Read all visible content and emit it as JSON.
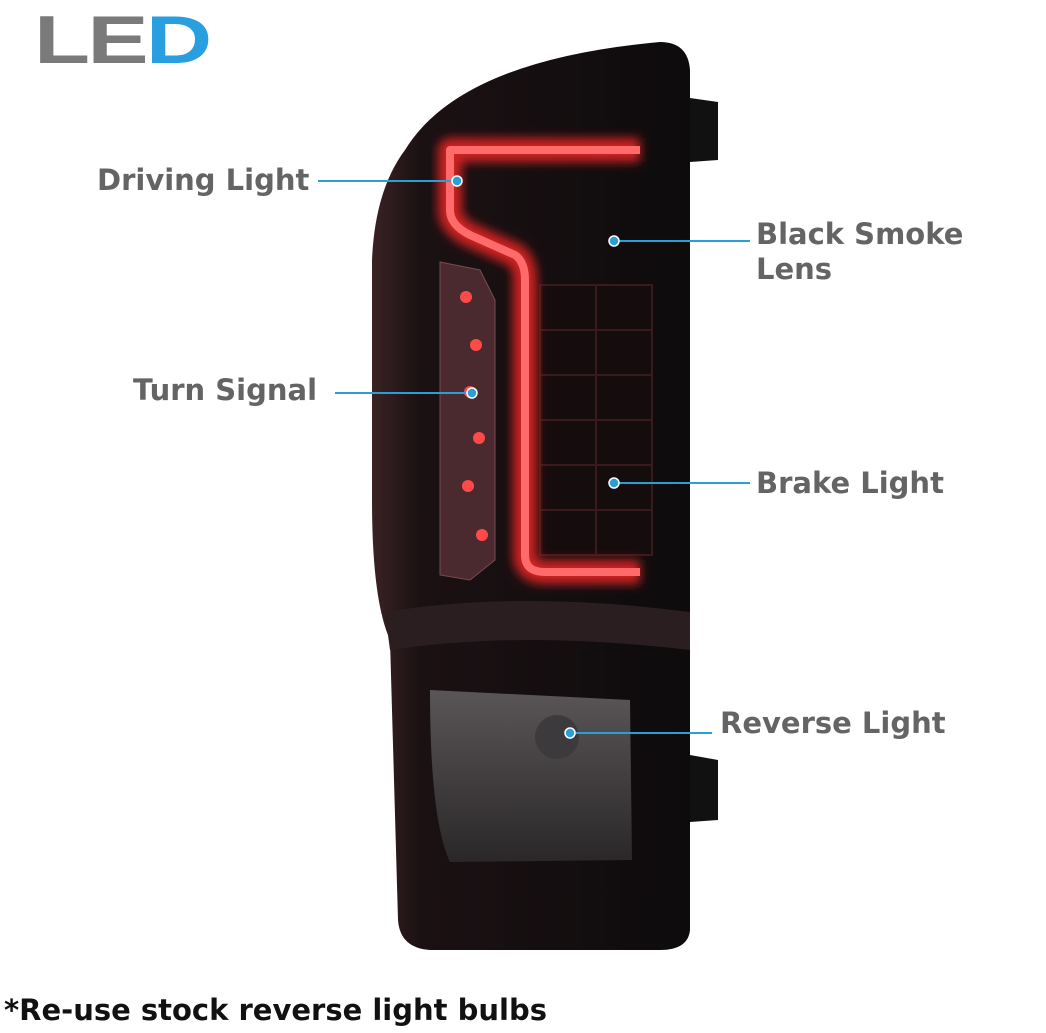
{
  "logo": {
    "part1": "LE",
    "part2": "D"
  },
  "callouts": {
    "driving_light": "Driving Light",
    "black_smoke_lens_line1": "Black Smoke",
    "black_smoke_lens_line2": "Lens",
    "turn_signal": "Turn Signal",
    "brake_light": "Brake Light",
    "reverse_light": "Reverse Light"
  },
  "footer": "*Re-use stock reverse light bulbs",
  "colors": {
    "callout_line": "#2a9fd6",
    "label_text": "#646464",
    "led_red": "#ff3b3b"
  }
}
